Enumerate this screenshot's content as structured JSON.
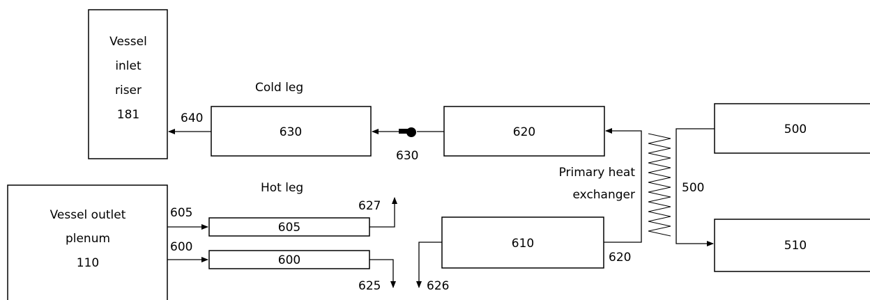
{
  "blocks": {
    "vessel_inlet_riser": [
      "Vessel",
      "inlet",
      "riser",
      "181"
    ],
    "vessel_outlet_plenum": [
      "Vessel outlet",
      "plenum",
      "110"
    ],
    "cold_leg": "630",
    "b620": "620",
    "b500": "500",
    "b510": "510",
    "b610": "610",
    "hot_leg_605": "605",
    "hot_leg_600": "600"
  },
  "captions": {
    "cold_leg": "Cold leg",
    "hot_leg": "Hot leg",
    "primary_hx": [
      "Primary heat",
      "exchanger"
    ]
  },
  "junctions": {
    "j640": "640",
    "j630": "630",
    "j605": "605",
    "j600": "600",
    "j627": "627",
    "j625": "625",
    "j626": "626",
    "j620": "620",
    "j500": "500"
  }
}
